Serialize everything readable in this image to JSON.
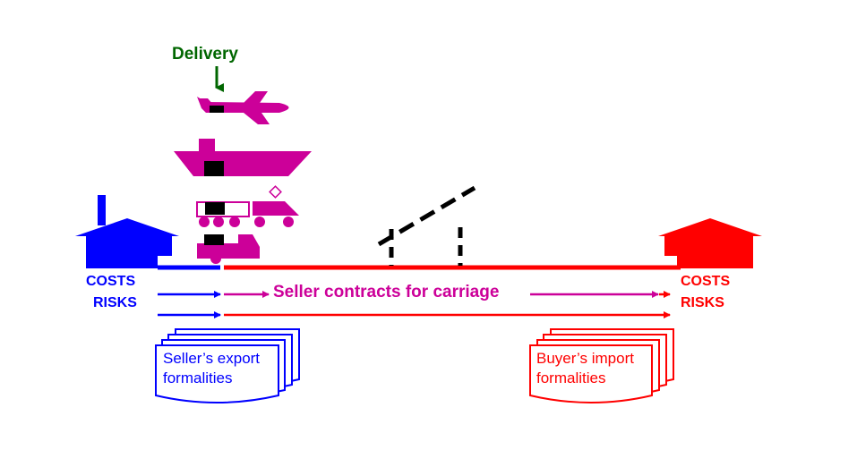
{
  "delivery": {
    "label": "Delivery"
  },
  "seller": {
    "costs": "COSTS",
    "risks": "RISKS",
    "doc_line1": "Seller’s export",
    "doc_line2": "formalities"
  },
  "buyer": {
    "costs": "COSTS",
    "risks": "RISKS",
    "doc_line1": "Buyer’s import",
    "doc_line2": "formalities"
  },
  "carriage": {
    "label": "Seller contracts for carriage"
  },
  "colors": {
    "seller": "#0000ff",
    "buyer": "#ff0000",
    "transport": "#cc0099",
    "delivery": "#006600"
  }
}
